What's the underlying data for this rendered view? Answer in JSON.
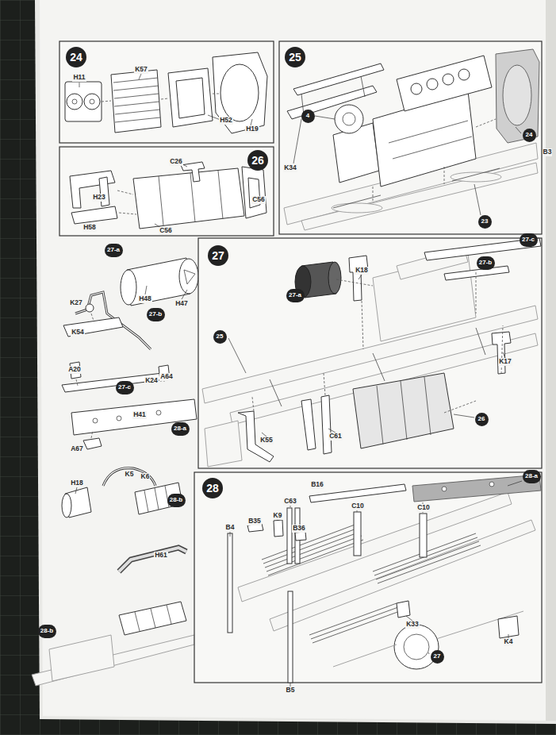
{
  "diagram": {
    "nodes": [
      {
        "text": [
          "24"
        ]
      },
      {
        "text": [
          "25"
        ]
      },
      {
        "text": [
          "4"
        ]
      },
      {
        "text": [
          "24"
        ]
      },
      {
        "text": [
          "26"
        ]
      },
      {
        "text": [
          "23"
        ]
      },
      {
        "text": [
          "27-a"
        ]
      },
      {
        "text": [
          "27"
        ]
      },
      {
        "text": [
          "27-c"
        ]
      },
      {
        "text": [
          "27-b"
        ]
      },
      {
        "text": [
          "27-a"
        ]
      },
      {
        "text": [
          "27-b"
        ]
      },
      {
        "text": [
          "25"
        ]
      },
      {
        "text": [
          "27-c"
        ]
      },
      {
        "text": [
          "26"
        ]
      },
      {
        "text": [
          "28-a"
        ]
      },
      {
        "text": [
          "28"
        ]
      },
      {
        "text": [
          "28-a"
        ]
      },
      {
        "text": [
          "28-b"
        ]
      },
      {
        "text": [
          "28-b"
        ]
      },
      {
        "text": [
          "27"
        ]
      }
    ],
    "labels": [
      "H11",
      "K57",
      "H52",
      "H19",
      "K34",
      "B3",
      "C26",
      "H23",
      "H58",
      "C56",
      "C56",
      "K18",
      "H48",
      "H47",
      "K27",
      "K54",
      "A20",
      "K24",
      "A64",
      "H41",
      "A67",
      "K5",
      "K6",
      "H18",
      "H61",
      "K17",
      "K55",
      "C61",
      "B16",
      "C63",
      "C10",
      "C10",
      "B4",
      "B35",
      "K9",
      "B36",
      "K4",
      "K33",
      "B5"
    ]
  }
}
